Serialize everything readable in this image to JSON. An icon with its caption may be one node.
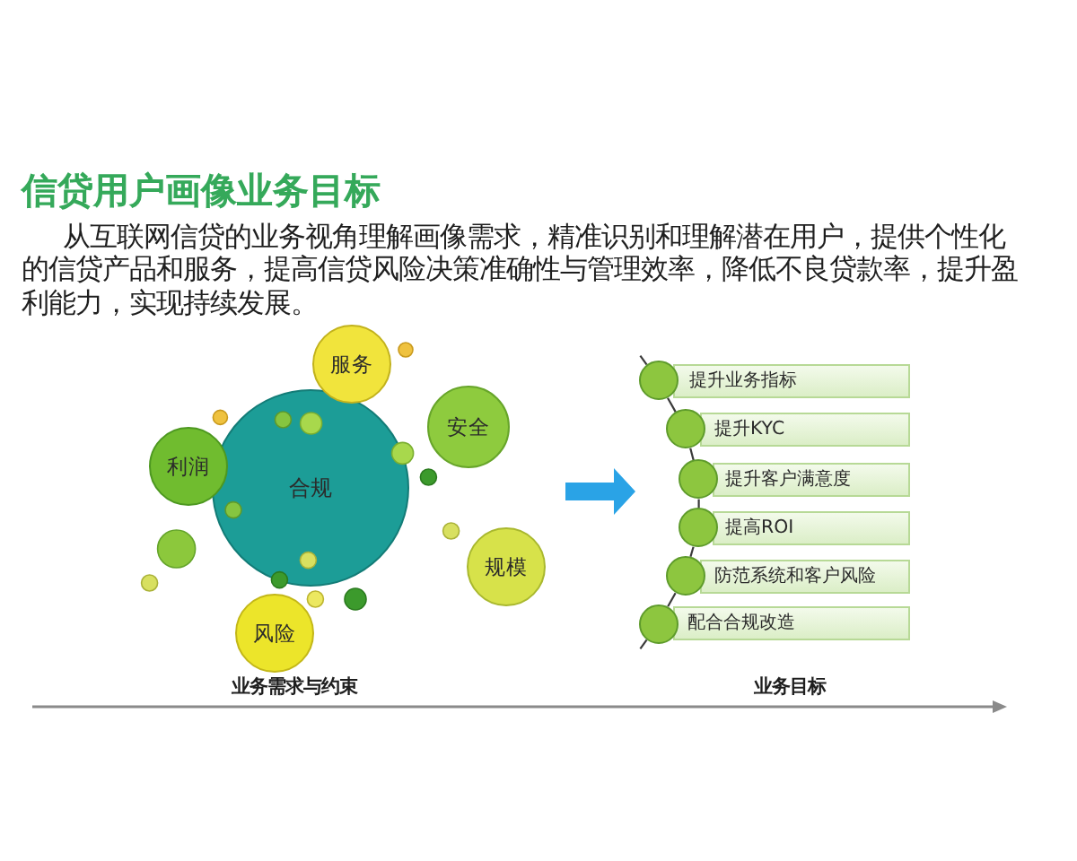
{
  "diagram": {
    "title": "信贷用户画像业务目标",
    "nodes": [
      {
        "text": [
          "服务"
        ]
      },
      {
        "text": [
          "安全"
        ]
      },
      {
        "text": [
          "利润"
        ]
      },
      {
        "text": [
          "合规"
        ]
      },
      {
        "text": [
          "规模"
        ]
      },
      {
        "text": [
          "风险"
        ]
      },
      {
        "text": [
          "提升业务指标"
        ]
      },
      {
        "text": [
          "提升KYC"
        ]
      },
      {
        "text": [
          "提升客户满意度"
        ]
      },
      {
        "text": [
          "提高ROI"
        ]
      },
      {
        "text": [
          "防范系统和客户风险"
        ]
      },
      {
        "text": [
          "配合合规改造"
        ]
      }
    ],
    "edges": [
      {
        "from": null,
        "to": 6,
        "arrow": "none"
      },
      {
        "from": 6,
        "to": 7,
        "arrow": "none"
      },
      {
        "from": 7,
        "to": 8,
        "arrow": "none"
      },
      {
        "from": 8,
        "to": 9,
        "arrow": "none"
      },
      {
        "from": 9,
        "to": 10,
        "arrow": "none"
      },
      {
        "from": 10,
        "to": 11,
        "arrow": "none"
      },
      {
        "from": 11,
        "to": null,
        "arrow": "none"
      }
    ],
    "labels": [
      "从互联网信贷的业务视角理解画像需求，精准识别和理解潜在用户，提供个性化的信贷产品和服务，提高信贷风险决策准确性与管理效率，降低不良贷款率，提升盈利能力，实现持续发展。",
      "业务需求与约束",
      "业务目标"
    ]
  }
}
